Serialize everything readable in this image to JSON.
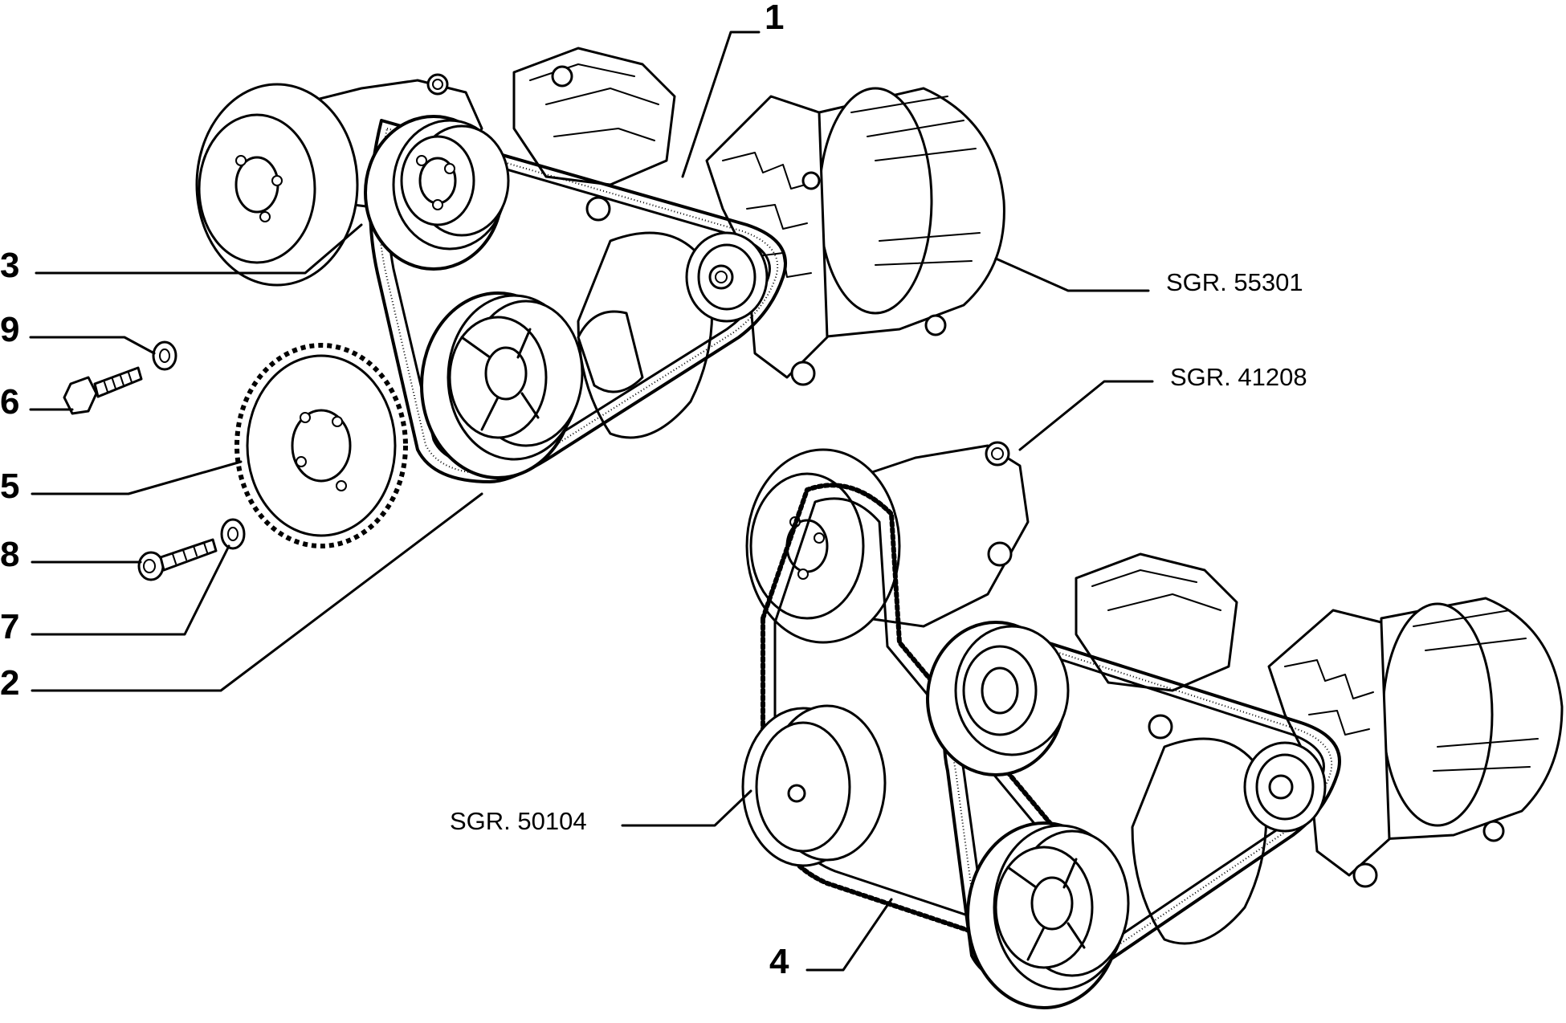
{
  "callouts": {
    "n1": "1",
    "n2": "2",
    "n3": "3",
    "n4": "4",
    "n5": "5",
    "n6": "6",
    "n7": "7",
    "n8": "8",
    "n9": "9"
  },
  "references": {
    "alternator": "SGR. 55301",
    "power_steering_pump": "SGR. 41208",
    "water_pump": "SGR. 50104"
  }
}
